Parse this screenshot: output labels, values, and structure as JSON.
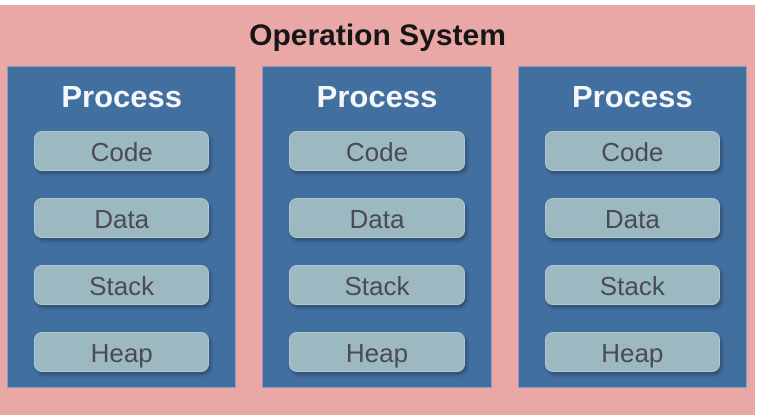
{
  "title": "Operation System",
  "colors": {
    "background": "#e9a7a6",
    "panel": "#416fa0",
    "panel_border": "#8b9dbd",
    "block_fill": "#9cb9c1",
    "block_text": "#4b4b52",
    "title_text": "#161616",
    "process_title_text": "#f4f6f9"
  },
  "processes": [
    {
      "label": "Process",
      "blocks": [
        "Code",
        "Data",
        "Stack",
        "Heap"
      ]
    },
    {
      "label": "Process",
      "blocks": [
        "Code",
        "Data",
        "Stack",
        "Heap"
      ]
    },
    {
      "label": "Process",
      "blocks": [
        "Code",
        "Data",
        "Stack",
        "Heap"
      ]
    }
  ]
}
